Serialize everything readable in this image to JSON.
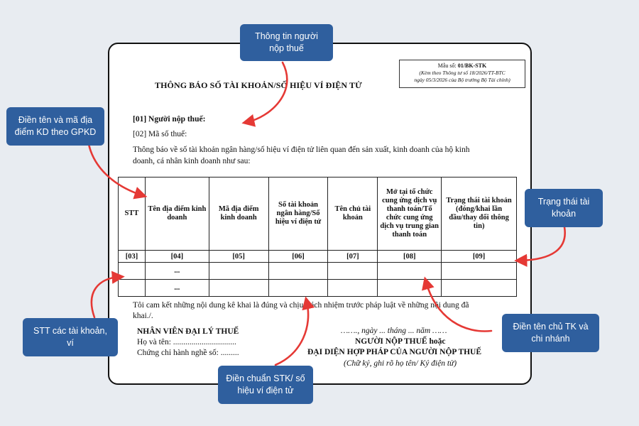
{
  "form": {
    "code_prefix": "Mẫu số:",
    "code": "01/BK-STK",
    "ref_line1": "(Kèm theo Thông tư số 18/2026/TT-BTC",
    "ref_line2": "ngày 05/3/2026 của Bộ trưởng Bộ Tài chính)",
    "title": "THÔNG BÁO SỐ TÀI KHOẢN/SỐ HIỆU VÍ ĐIỆN TỬ",
    "field_01": "[01] Người nộp thuế:",
    "field_02": "[02] Mã số thuế:",
    "intro_line1": "Thông báo về số tài khoản ngân hàng/số hiệu ví điện tử liên quan đến sản xuất, kinh doanh của hộ kinh",
    "intro_line2": "doanh, cá nhân kinh doanh như sau:",
    "table": {
      "headers": [
        "STT",
        "Tên địa điểm kinh doanh",
        "Mã địa điểm kinh doanh",
        "Số tài khoản ngân hàng/Số hiệu ví điện tử",
        "Tên chủ tài khoản",
        "Mở tại tổ chức cung ứng dịch vụ thanh toán/Tổ chức cung ứng dịch vụ trung gian thanh toán",
        "Trạng thái tài khoản (đóng/khai lần đầu/thay đổi thông tin)"
      ],
      "codes": [
        "[03]",
        "[04]",
        "[05]",
        "[06]",
        "[07]",
        "[08]",
        "[09]"
      ],
      "row1_col2": "...",
      "row2_col2": "..."
    },
    "commit_line1": "Tôi cam kết những nội dung kê khai là đúng và chịu trách nhiệm trước pháp luật về những nội dung đã",
    "commit_line2": "khai./.",
    "agent_title": "NHÂN VIÊN ĐẠI LÝ THUẾ",
    "agent_name": "Họ và tên: ...............................",
    "agent_cert": "Chứng chỉ hành nghề số: .........",
    "date_line": "……., ngày ... tháng ... năm ……",
    "signer_line1": "NGƯỜI NỘP THUẾ hoặc",
    "signer_line2": "ĐẠI DIỆN HỢP PHÁP CỦA NGƯỜI NỘP THUẾ",
    "signer_note": "(Chữ ký, ghi rõ họ tên/ Ký điện tử)"
  },
  "annotations": {
    "taxpayer_info": "Thông tin người nộp thuế",
    "location_name_code": "Điền tên và mã địa điểm KD theo GPKD",
    "account_status": "Trạng thái tài khoản",
    "stt_accounts": "STT các tài khoản, ví",
    "account_holder_branch": "Điền tên chủ TK và chi nhánh",
    "standard_account_number": "Điền chuẩn STK/ số hiệu ví điện tử"
  },
  "colors": {
    "bubble": "#2f5f9e",
    "arrow": "#e53935",
    "background": "#e8ecf1"
  }
}
